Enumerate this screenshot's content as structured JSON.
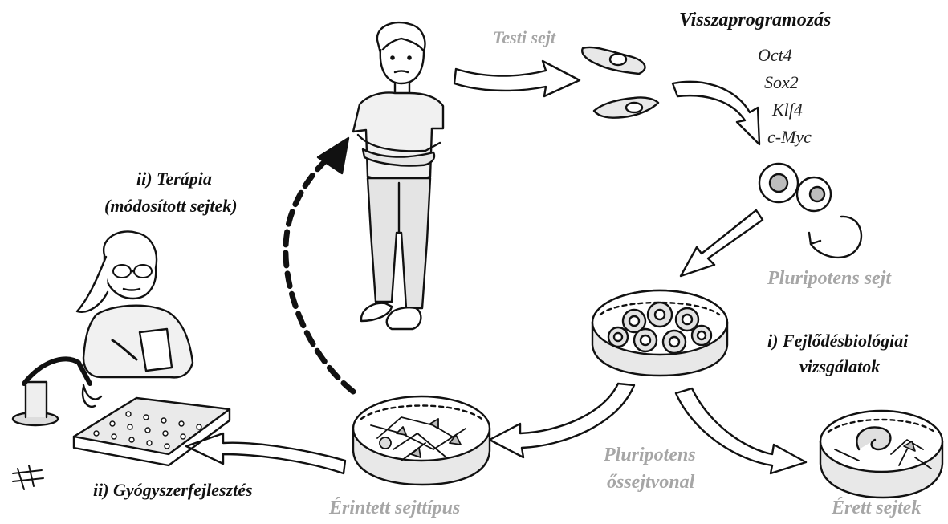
{
  "labels": {
    "reprogramming_title": "Visszaprogramozás",
    "factors": [
      "Oct4",
      "Sox2",
      "Klf4",
      "c-Myc"
    ],
    "somatic_cell": "Testi sejt",
    "pluripotent_cell": "Pluripotens sejt",
    "pluripotent_line_1": "Pluripotens",
    "pluripotent_line_2": "őssejtvonal",
    "affected_cell_type": "Érintett sejttípus",
    "mature_cells": "Érett sejtek",
    "developmental_1": "i) Fejlődésbiológiai",
    "developmental_2": "vizsgálatok",
    "therapy_1": "ii) Terápia",
    "therapy_2": "(módosított sejtek)",
    "drug_development": "ii) Gyógyszerfejlesztés"
  },
  "colors": {
    "ink": "#111111",
    "grey_text": "#a6a6a6",
    "fill_light": "#ececec"
  }
}
